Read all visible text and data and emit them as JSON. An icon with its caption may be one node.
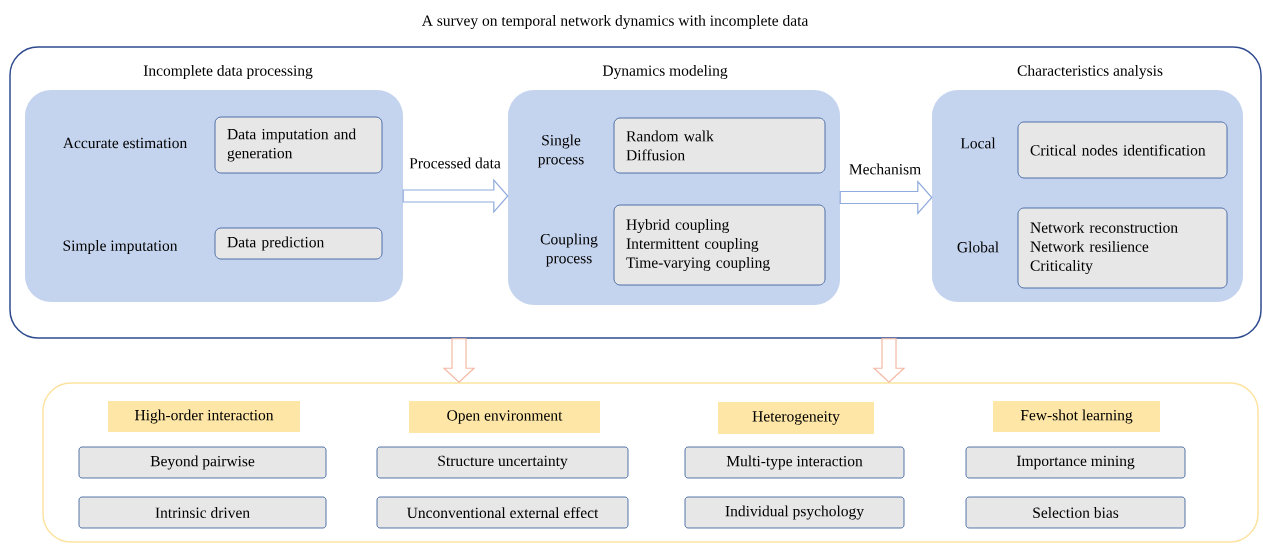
{
  "diagram": {
    "title": "A survey on temporal network dynamics with incomplete data",
    "nodes": [
      {
        "text": [],
        "shape": "box"
      },
      {
        "text": [
          "Incomplete data processing",
          "Accurate estimation",
          "Simple imputation"
        ],
        "in": 0
      },
      {
        "text": [
          "Data imputation and generation"
        ],
        "in": 1
      },
      {
        "text": [
          "Data prediction"
        ],
        "in": 1
      },
      {
        "text": [
          "Dynamics modeling",
          "Single process",
          "Coupling process"
        ],
        "in": 0
      },
      {
        "text": [
          "Random walk",
          "Diffusion"
        ],
        "in": 4
      },
      {
        "text": [
          "Hybrid coupling",
          "Intermittent coupling",
          "Time-varying coupling"
        ],
        "in": 4
      },
      {
        "text": [
          "Characteristics analysis",
          "Local",
          "Global"
        ],
        "in": 0
      },
      {
        "text": [
          "Critical nodes identification"
        ],
        "in": 7
      },
      {
        "text": [
          "Network reconstruction",
          "Network resilience",
          "Criticality"
        ],
        "in": 7
      },
      {
        "text": [],
        "shape": "box"
      },
      {
        "text": [
          "High-order interaction"
        ],
        "in": 10
      },
      {
        "text": [
          "Beyond pairwise"
        ],
        "in": 10
      },
      {
        "text": [
          "Intrinsic driven"
        ],
        "in": 10
      },
      {
        "text": [
          "Open environment"
        ],
        "in": 10
      },
      {
        "text": [
          "Structure uncertainty"
        ],
        "in": 10
      },
      {
        "text": [
          "Unconventional external effect"
        ],
        "in": 10
      },
      {
        "text": [
          "Heterogeneity"
        ],
        "in": 10
      },
      {
        "text": [
          "Multi-type interaction"
        ],
        "in": 10
      },
      {
        "text": [
          "Individual psychology"
        ],
        "in": 10
      },
      {
        "text": [
          "Few-shot learning"
        ],
        "in": 10
      },
      {
        "text": [
          "Importance mining"
        ],
        "in": 10
      },
      {
        "text": [
          "Selection bias"
        ],
        "in": 10
      }
    ],
    "edges": [
      {
        "from": 1,
        "to": 4,
        "arrow": "to",
        "label": "Processed data",
        "color": "#8faadc"
      },
      {
        "from": 4,
        "to": 7,
        "arrow": "to",
        "label": "Mechanism",
        "color": "#8faadc"
      },
      {
        "from": 0,
        "to": 10,
        "arrow": "to",
        "color": "#f4b9a4"
      },
      {
        "from": 0,
        "to": 10,
        "arrow": "to",
        "color": "#f4b9a4"
      }
    ]
  }
}
